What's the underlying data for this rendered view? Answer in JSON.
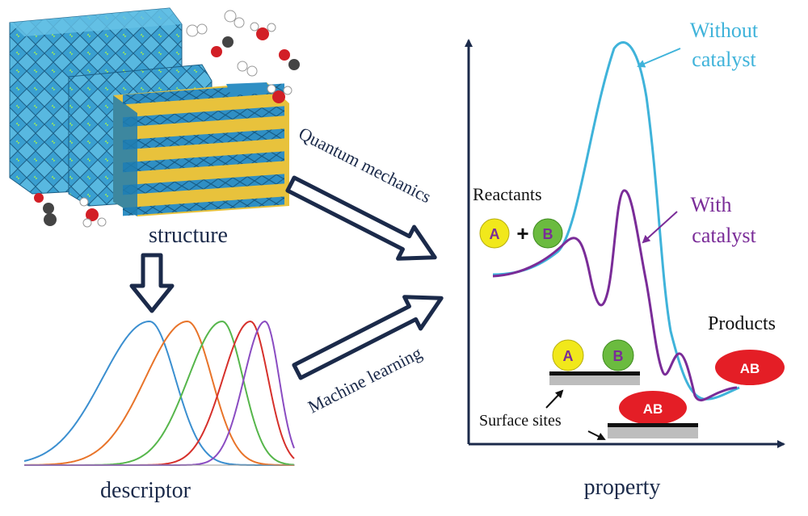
{
  "labels": {
    "structure": "structure",
    "descriptor": "descriptor",
    "property": "property",
    "quantum": "Quantum mechanics",
    "ml": "Machine learning",
    "reactants": "Reactants",
    "products": "Products",
    "surface_sites": "Surface sites",
    "without_l1": "Without",
    "without_l2": "catalyst",
    "with_l1": "With",
    "with_l2": "catalyst"
  },
  "species": {
    "a": "A",
    "b": "B",
    "plus": "+",
    "ab": "AB"
  },
  "colors": {
    "navy": "#1b2a4a",
    "cyan": "#3fb3da",
    "purple": "#7a2c98",
    "yellow": "#f1e81b",
    "green": "#6bbb3f",
    "red": "#e41e26",
    "crystal_blue": "#3a9fd0",
    "crystal_gold": "#e8c23c",
    "curve_colors": [
      "#3b8fd0",
      "#e8742a",
      "#56b64b",
      "#d6302b",
      "#8a4cc2"
    ]
  }
}
